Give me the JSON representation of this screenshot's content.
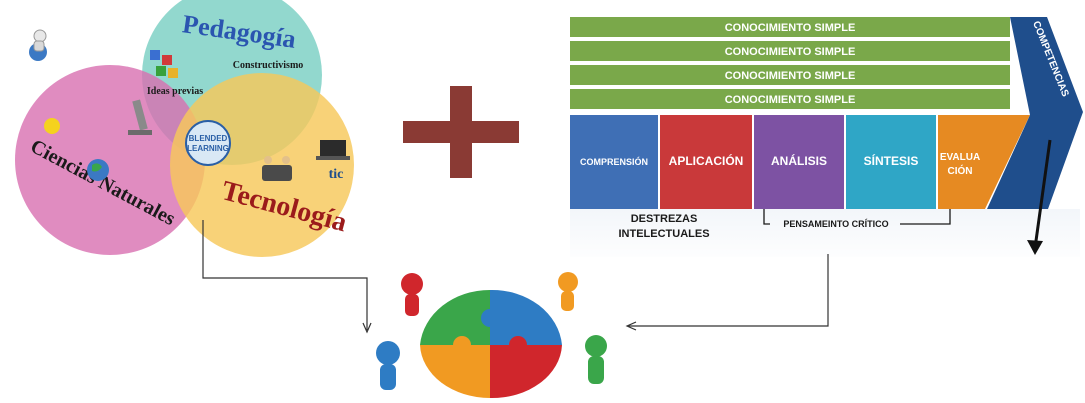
{
  "venn": {
    "pedagogia": "Pedagogía",
    "ideas_previas": "Ideas previas",
    "constructivismo": "Constructivismo",
    "ciencias_naturales": "Ciencias Naturales",
    "tecnologia": "Tecnología",
    "blended_line1": "BLENDED",
    "blended_line2": "LEARNING",
    "tic": "tic"
  },
  "colors": {
    "pedagogia_circle": "#7fd1c6",
    "ciencias_circle": "#d86fb0",
    "tecnologia_circle": "#f7c85a",
    "plus": "#8a3a34",
    "bar_green": "#7aa84a",
    "chevron": "#1f4e8c",
    "comprension": "#3f6fb5",
    "aplicacion": "#c9393a",
    "analisis": "#7d52a3",
    "sintesis": "#2fa6c6",
    "evaluacion": "#e68a22",
    "puzzle_green": "#3aa64a",
    "puzzle_blue": "#2e7cc4",
    "puzzle_orange": "#f19a22",
    "puzzle_red": "#d0262c"
  },
  "bloom": {
    "knowledge_bars": [
      "CONOCIMIENTO SIMPLE",
      "CONOCIMIENTO SIMPLE",
      "CONOCIMIENTO SIMPLE",
      "CONOCIMIENTO SIMPLE"
    ],
    "competencias": "COMPETENCIAS",
    "levels": [
      "COMPRENSIÓN",
      "APLICACIÓN",
      "ANÁLISIS",
      "SÍNTESIS"
    ],
    "evaluacion_line1": "EVALUA",
    "evaluacion_line2": "CIÓN",
    "destrezas_line1": "DESTREZAS",
    "destrezas_line2": "INTELECTUALES",
    "pensamiento": "PENSAMEINTO CRÍTICO"
  },
  "icons": [
    "globe-person-icon",
    "puzzle-team-icon",
    "microscope-icon",
    "earth-icon",
    "sun-icon",
    "laptop-icon"
  ]
}
